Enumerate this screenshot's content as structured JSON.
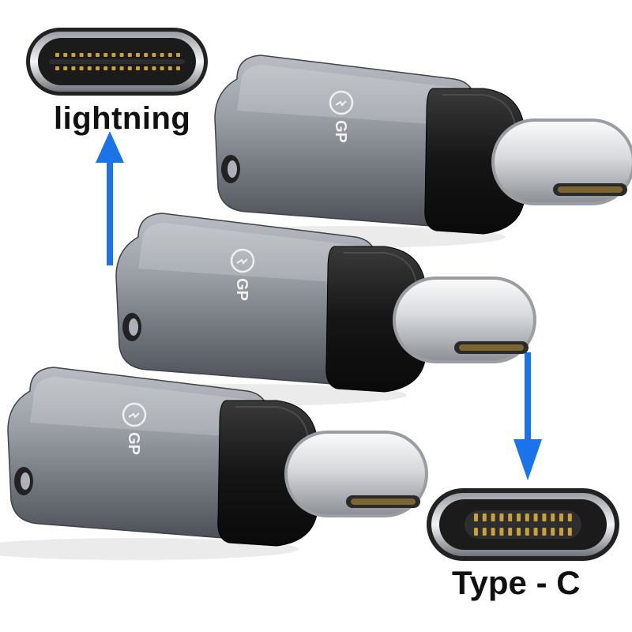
{
  "labels": {
    "lightning": "lightning",
    "type_c": "Type - C"
  },
  "product": {
    "adapter_count": 3,
    "logo_text": "GP"
  },
  "colors": {
    "arrow": "#1a73e8",
    "body_metal": "#8a8f96",
    "cap_black": "#151515",
    "plug_silver": "#e2e4e7",
    "port_gold": "#c9a03c"
  }
}
